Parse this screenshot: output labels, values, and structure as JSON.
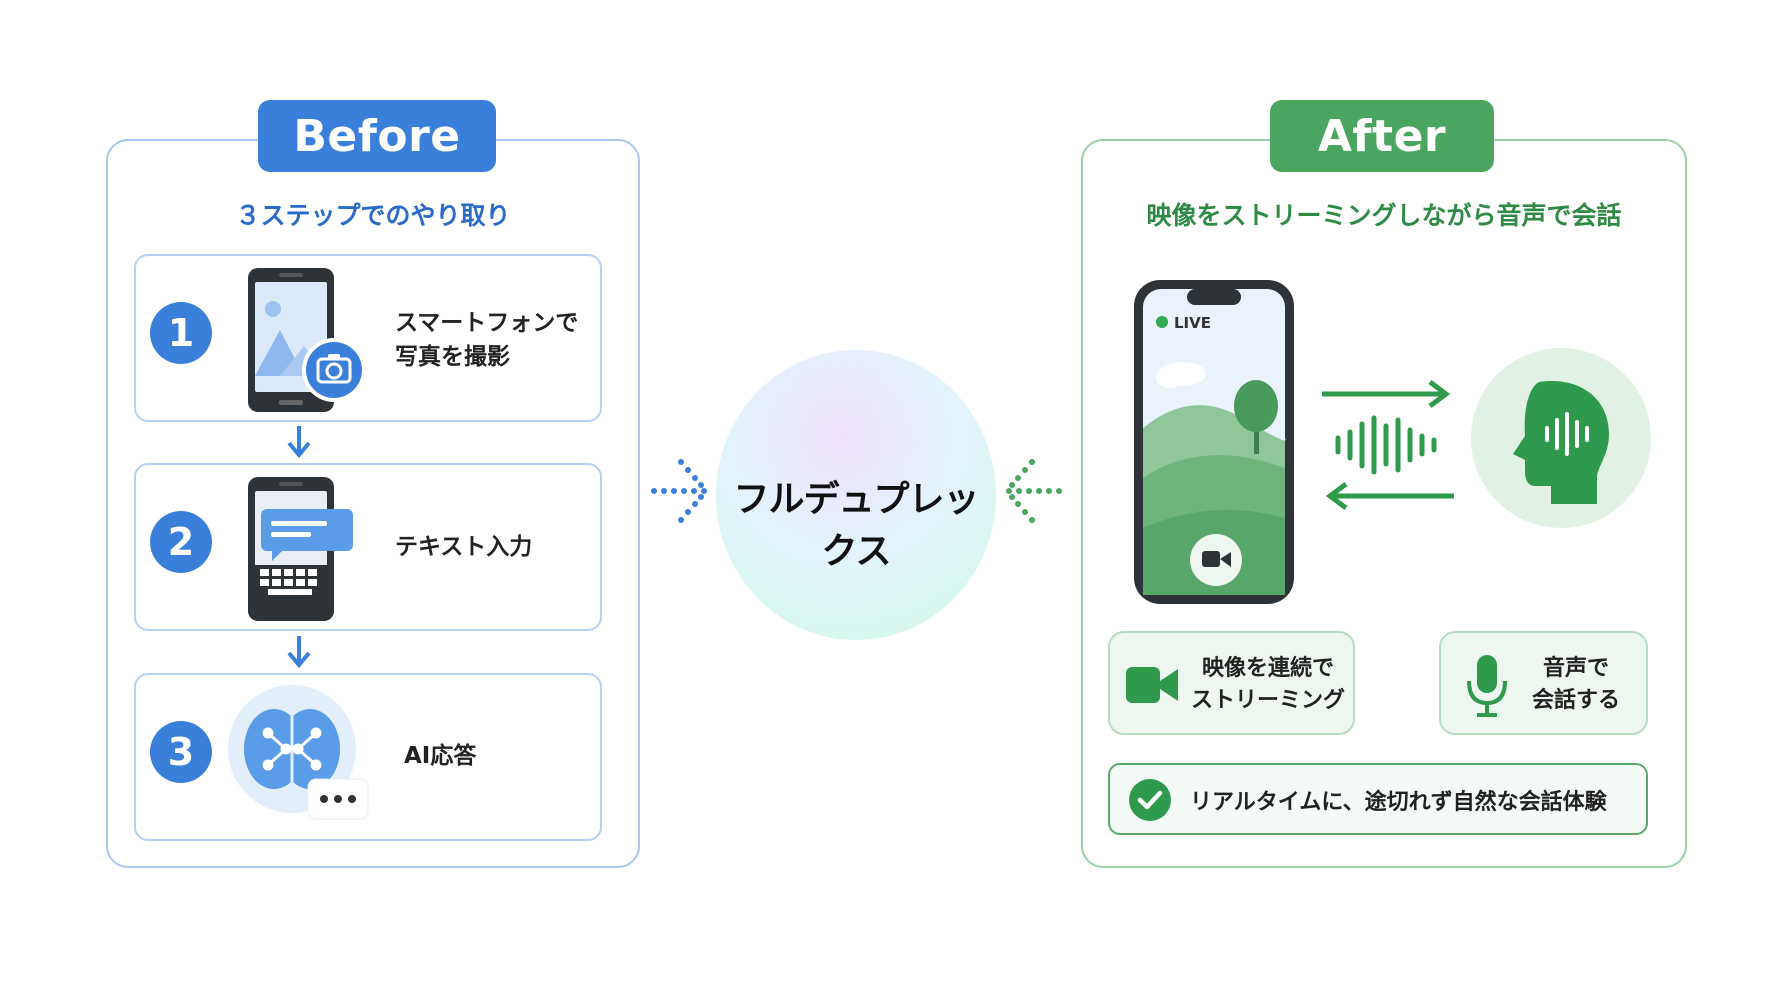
{
  "before": {
    "badge": "Before",
    "subtitle": "３ステップでのやり取り",
    "steps": [
      {
        "number": "1",
        "line1": "スマートフォンで",
        "line2": "写真を撮影"
      },
      {
        "number": "2",
        "line1": "テキスト入力"
      },
      {
        "number": "3",
        "line1": "AI応答"
      }
    ]
  },
  "center": {
    "label": "フルデュプレックス"
  },
  "after": {
    "badge": "After",
    "subtitle": "映像をストリーミングしながら音声で会話",
    "live": "LIVE",
    "features": [
      {
        "line1": "映像を連続で",
        "line2": "ストリーミング",
        "icon": "video-camera-icon"
      },
      {
        "line1": "音声で",
        "line2": "会話する",
        "icon": "microphone-icon"
      }
    ],
    "summary": "リアルタイムに、途切れず自然な会話体験"
  },
  "colors": {
    "blue": "#3a7fd9",
    "green": "#4aa55e"
  }
}
